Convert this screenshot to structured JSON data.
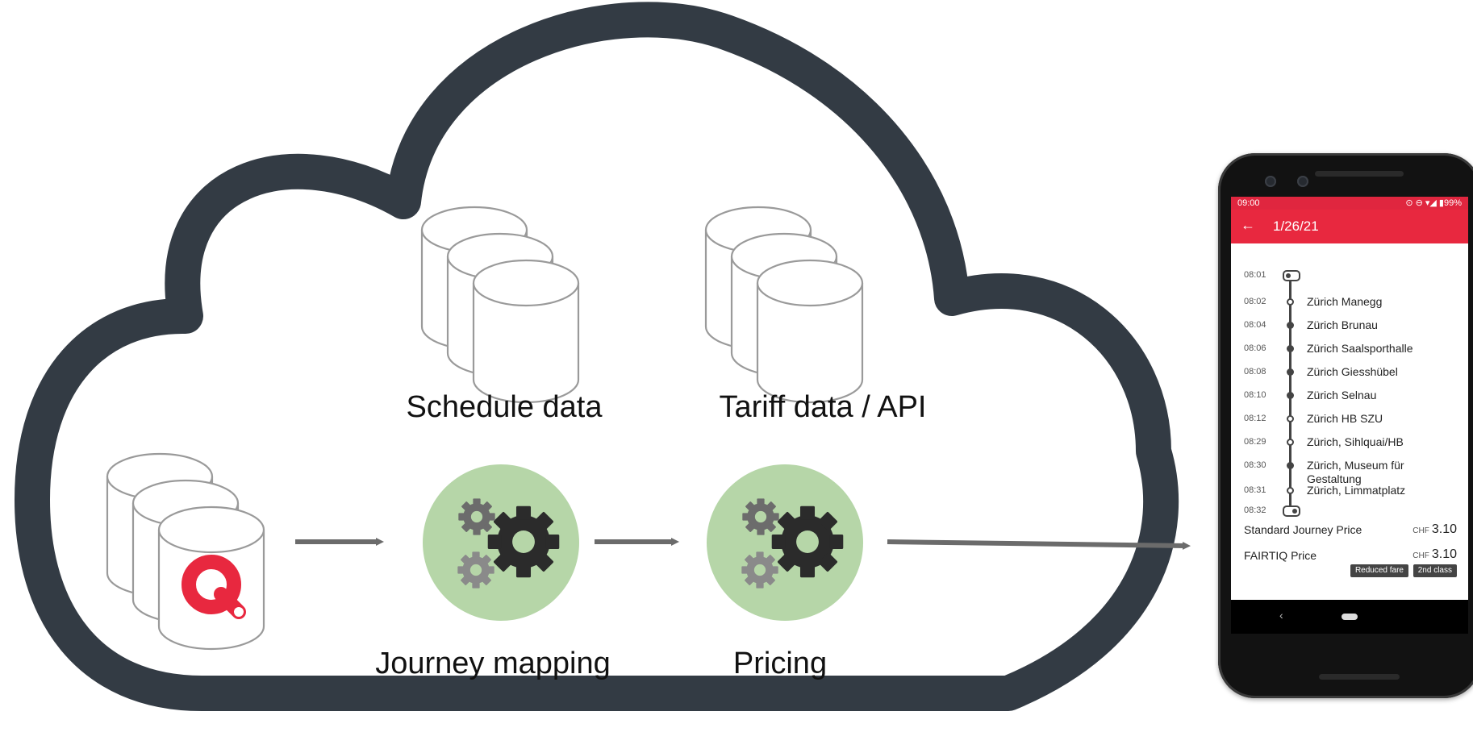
{
  "labels": {
    "schedule": "Schedule data",
    "tariff": "Tariff data / API",
    "journey": "Journey mapping",
    "pricing": "Pricing"
  },
  "colors": {
    "cloud_outline": "#333b44",
    "gear_circle": "#b6d6a8",
    "arrow": "#6b6b6b",
    "brand_red": "#e8283f"
  },
  "phone": {
    "status_time": "09:00",
    "status_icons": "⊙ ⊖ ▾◢ ▮99%",
    "back_icon": "←",
    "date": "1/26/21",
    "journey": [
      {
        "time": "08:01",
        "stop": "",
        "marker": "start"
      },
      {
        "time": "08:02",
        "stop": "Zürich Manegg",
        "marker": "ring"
      },
      {
        "time": "08:04",
        "stop": "Zürich Brunau",
        "marker": "dot"
      },
      {
        "time": "08:06",
        "stop": "Zürich Saalsporthalle",
        "marker": "dot"
      },
      {
        "time": "08:08",
        "stop": "Zürich Giesshübel",
        "marker": "dot"
      },
      {
        "time": "08:10",
        "stop": "Zürich Selnau",
        "marker": "dot"
      },
      {
        "time": "08:12",
        "stop": "Zürich HB SZU",
        "marker": "ring"
      },
      {
        "time": "08:29",
        "stop": "Zürich, Sihlquai/HB",
        "marker": "ring"
      },
      {
        "time": "08:30",
        "stop": "Zürich, Museum für Gestaltung",
        "marker": "dot"
      },
      {
        "time": "08:31",
        "stop": "Zürich, Limmatplatz",
        "marker": "ring"
      },
      {
        "time": "08:32",
        "stop": "",
        "marker": "end"
      }
    ],
    "standard_price_label": "Standard Journey Price",
    "standard_price_currency": "CHF",
    "standard_price_value": "3.10",
    "fairtiq_price_label": "FAIRTIQ Price",
    "fairtiq_price_currency": "CHF",
    "fairtiq_price_value": "3.10",
    "badges": [
      "Reduced fare",
      "2nd class"
    ]
  }
}
